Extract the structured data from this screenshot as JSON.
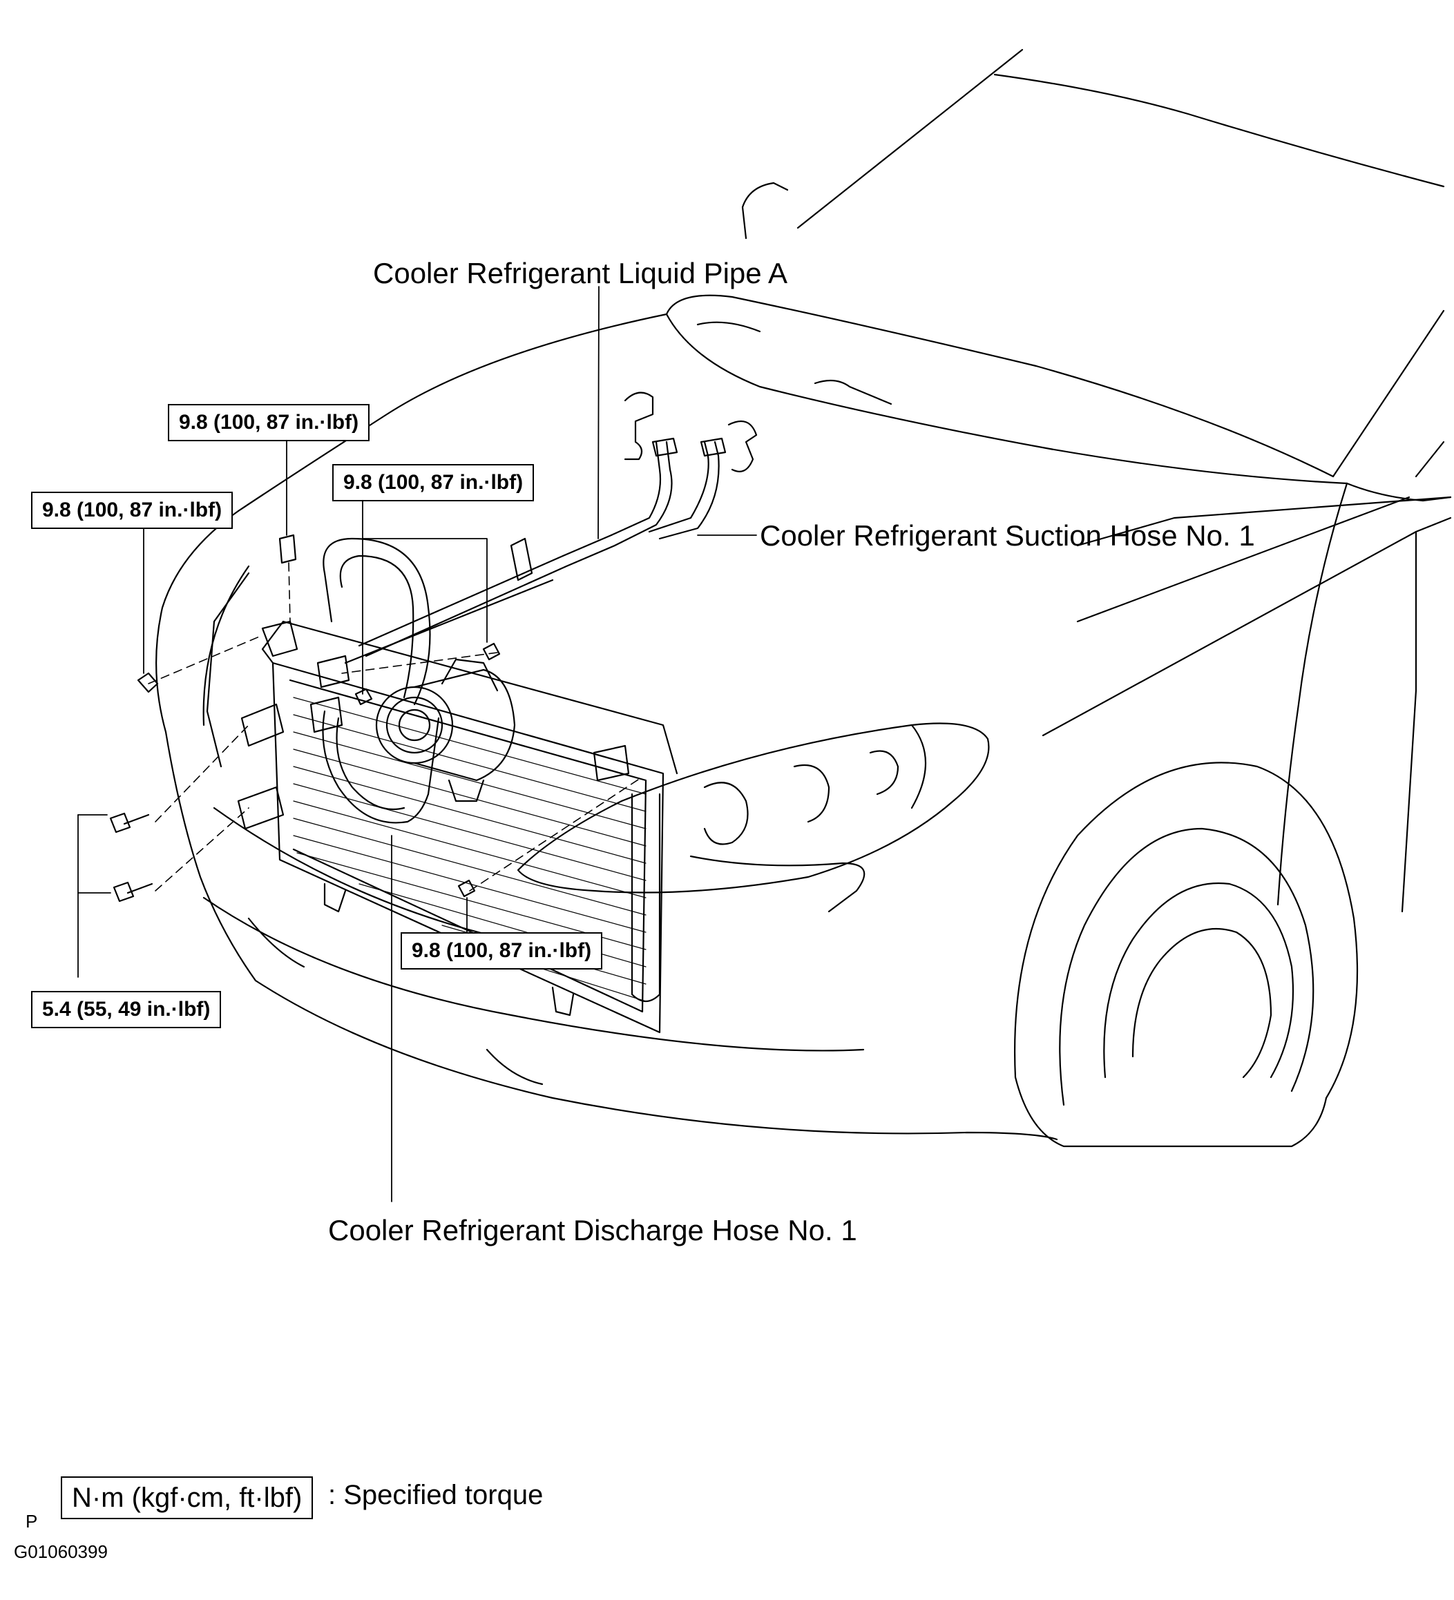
{
  "labels": {
    "liquid_pipe": "Cooler Refrigerant Liquid Pipe A",
    "suction_hose": "Cooler Refrigerant Suction Hose No. 1",
    "discharge_hose": "Cooler Refrigerant Discharge Hose No. 1"
  },
  "torques": {
    "t1": "9.8 (100, 87 in.·lbf)",
    "t2": "9.8 (100, 87 in.·lbf)",
    "t3": "9.8 (100, 87 in.·lbf)",
    "t4": "9.8 (100, 87 in.·lbf)",
    "t5": "5.4 (55, 49 in.·lbf)"
  },
  "legend": {
    "unit_box": "N·m (kgf·cm, ft·lbf)",
    "description": ": Specified torque"
  },
  "footer": {
    "p_mark": "P",
    "figure_code": "G01060399"
  },
  "colors": {
    "line": "#000000",
    "background": "#ffffff"
  }
}
